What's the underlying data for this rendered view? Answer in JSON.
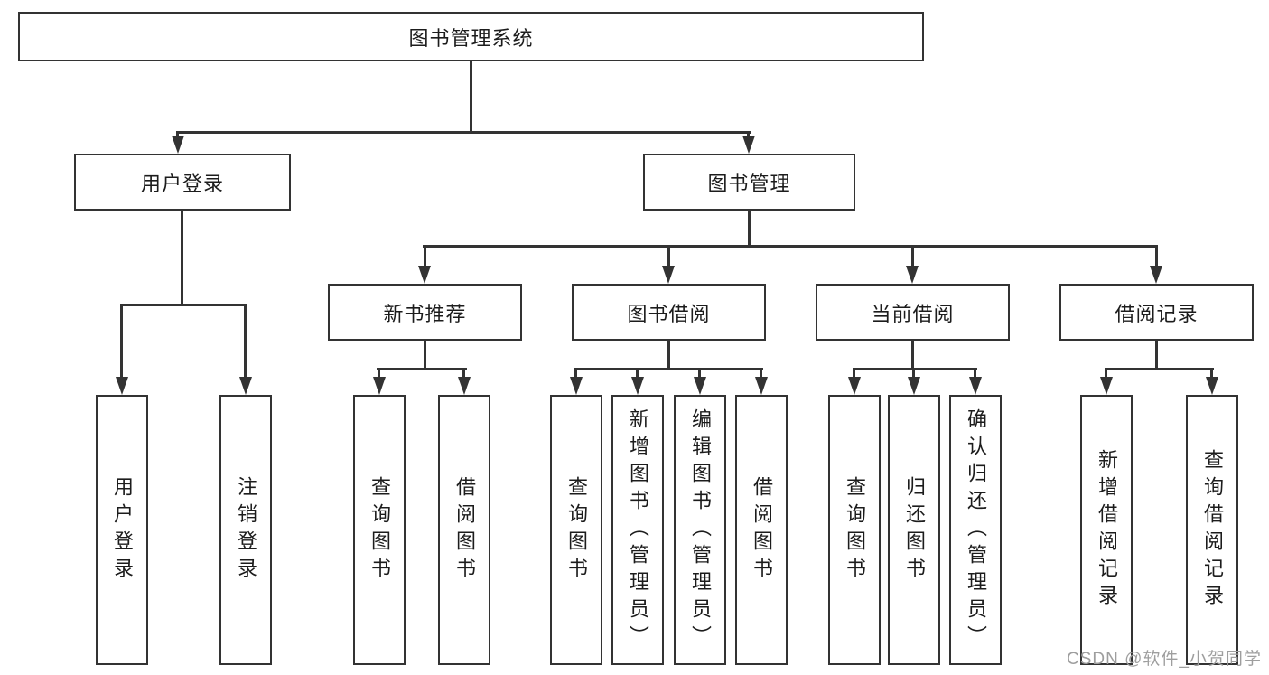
{
  "diagram": {
    "title": "图书管理系统",
    "branches": {
      "user_login": {
        "label": "用户登录",
        "children": [
          "用户登录",
          "注销登录"
        ]
      },
      "book_management": {
        "label": "图书管理",
        "sections": {
          "new_book_recommendation": {
            "label": "新书推荐",
            "children": [
              "查询图书",
              "借阅图书"
            ]
          },
          "book_borrowing": {
            "label": "图书借阅",
            "children": [
              "查询图书",
              "新增图书（管理员）",
              "编辑图书（管理员）",
              "借阅图书"
            ]
          },
          "current_borrowing": {
            "label": "当前借阅",
            "children": [
              "查询图书",
              "归还图书",
              "确认归还（管理员）"
            ]
          },
          "borrowing_records": {
            "label": "借阅记录",
            "children": [
              "新增借阅记录",
              "查询借阅记录"
            ]
          }
        }
      }
    }
  },
  "watermark": "CSDN @软件_小贺同学",
  "colors": {
    "line": "#333333",
    "text": "#1c1c1c",
    "background": "#ffffff",
    "watermark": "#9e9e9e"
  }
}
